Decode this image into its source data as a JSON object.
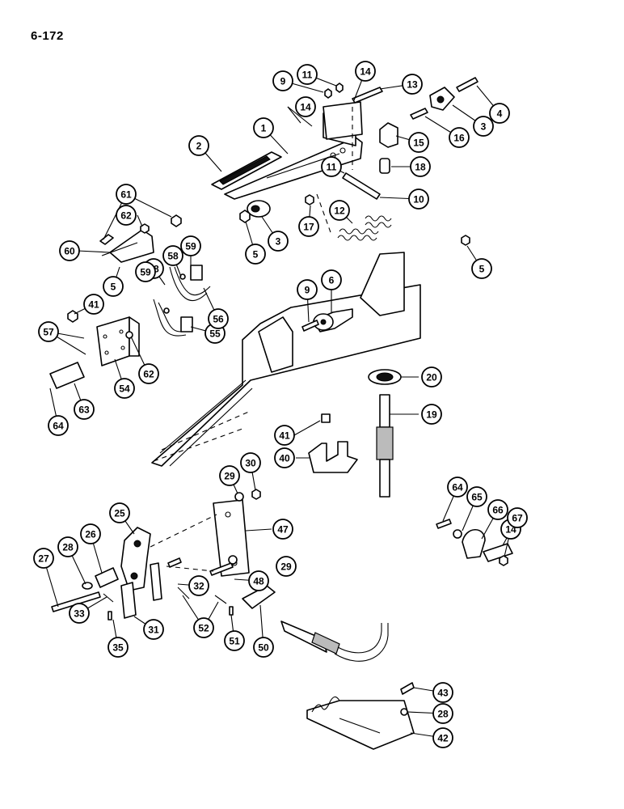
{
  "page_number": "6-172",
  "callouts": [
    {
      "label": "1"
    },
    {
      "label": "2"
    },
    {
      "label": "3"
    },
    {
      "label": "3"
    },
    {
      "label": "4"
    },
    {
      "label": "5"
    },
    {
      "label": "5"
    },
    {
      "label": "5"
    },
    {
      "label": "6"
    },
    {
      "label": "9"
    },
    {
      "label": "9"
    },
    {
      "label": "10"
    },
    {
      "label": "11"
    },
    {
      "label": "11"
    },
    {
      "label": "12"
    },
    {
      "label": "13"
    },
    {
      "label": "14"
    },
    {
      "label": "14"
    },
    {
      "label": "14"
    },
    {
      "label": "15"
    },
    {
      "label": "16"
    },
    {
      "label": "17"
    },
    {
      "label": "18"
    },
    {
      "label": "19"
    },
    {
      "label": "20"
    },
    {
      "label": "25"
    },
    {
      "label": "26"
    },
    {
      "label": "27"
    },
    {
      "label": "28"
    },
    {
      "label": "28"
    },
    {
      "label": "29"
    },
    {
      "label": "29"
    },
    {
      "label": "30"
    },
    {
      "label": "31"
    },
    {
      "label": "32"
    },
    {
      "label": "33"
    },
    {
      "label": "35"
    },
    {
      "label": "40"
    },
    {
      "label": "41"
    },
    {
      "label": "41"
    },
    {
      "label": "42"
    },
    {
      "label": "43"
    },
    {
      "label": "47"
    },
    {
      "label": "48"
    },
    {
      "label": "50"
    },
    {
      "label": "51"
    },
    {
      "label": "52"
    },
    {
      "label": "54"
    },
    {
      "label": "55"
    },
    {
      "label": "56"
    },
    {
      "label": "57"
    },
    {
      "label": "58"
    },
    {
      "label": "58"
    },
    {
      "label": "59"
    },
    {
      "label": "59"
    },
    {
      "label": "60"
    },
    {
      "label": "61"
    },
    {
      "label": "62"
    },
    {
      "label": "62"
    },
    {
      "label": "63"
    },
    {
      "label": "64"
    },
    {
      "label": "64"
    },
    {
      "label": "65"
    },
    {
      "label": "66"
    },
    {
      "label": "67"
    }
  ]
}
